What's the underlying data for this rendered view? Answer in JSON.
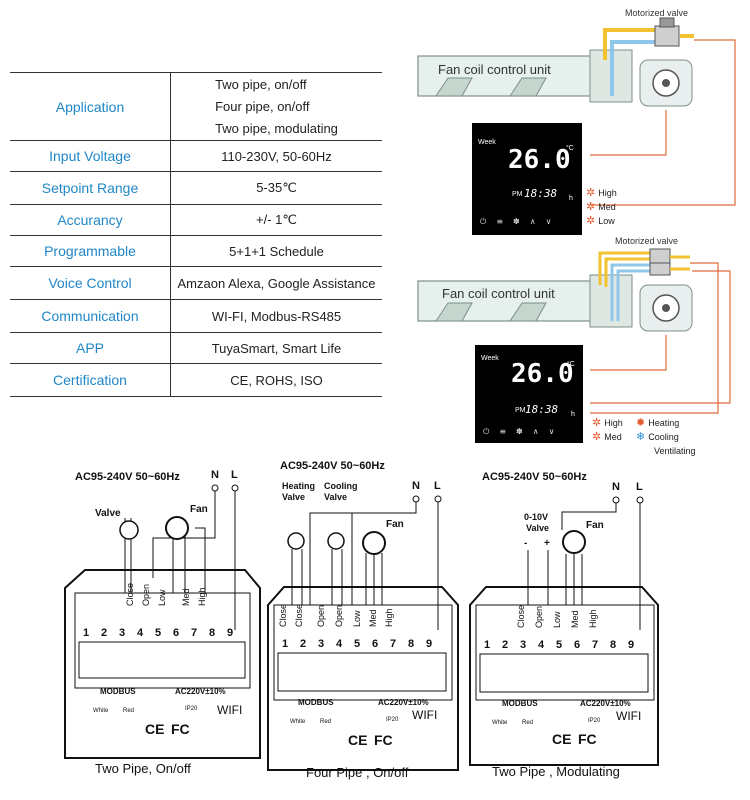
{
  "spec_table": {
    "rows": [
      {
        "label": "Application",
        "values": [
          "Two pipe, on/off",
          "Four pipe, on/off",
          "Two pipe, modulating"
        ]
      },
      {
        "label": "Input Voltage",
        "value": "110-230V, 50-60Hz"
      },
      {
        "label": "Setpoint Range",
        "value": "5-35℃"
      },
      {
        "label": "Accurancy",
        "value": "+/- 1℃"
      },
      {
        "label": "Programmable",
        "value": "5+1+1 Schedule"
      },
      {
        "label": "Voice Control",
        "value": "Amzaon Alexa, Google Assistance"
      },
      {
        "label": "Communication",
        "value": "WI-FI, Modbus-RS485"
      },
      {
        "label": "APP",
        "value": "TuyaSmart, Smart Life"
      },
      {
        "label": "Certification",
        "value": "CE, ROHS, ISO"
      }
    ]
  },
  "top_diagram": {
    "valve_label": "Motorized valve",
    "unit_label": "Fan coil control unit",
    "display_temp": "26.0",
    "display_unit": "°C",
    "display_clock": "18:38",
    "display_h": "h",
    "display_week": "Week",
    "display_pm": "PM",
    "legend": [
      "High",
      "Med",
      "Low"
    ]
  },
  "mid_diagram": {
    "valve_label": "Motorized valve",
    "unit_label": "Fan coil control unit",
    "display_temp": "26.0",
    "display_unit": "°C",
    "display_clock": "18:38",
    "display_h": "h",
    "display_week": "Week",
    "display_pm": "PM",
    "legend_left": [
      "High",
      "Med"
    ],
    "legend_right": [
      "Heating",
      "Cooling",
      "Ventilating"
    ]
  },
  "wiring": [
    {
      "supply": "AC95-240V  50~60Hz",
      "n": "N",
      "l": "L",
      "valve_label": "Valve",
      "fan_label": "Fan",
      "terminals": [
        "Close",
        "Open",
        "Low",
        "Med",
        "High"
      ],
      "numbers": [
        "1",
        "2",
        "3",
        "4",
        "5",
        "6",
        "7",
        "8",
        "9"
      ],
      "modbus": "MODBUS",
      "white": "White",
      "red": "Red",
      "ac": "AC220V±10%",
      "wifi": "WIFI",
      "ce": "CE",
      "fc": "FC",
      "ip": "IP20",
      "caption": "Two Pipe, On/off"
    },
    {
      "supply": "AC95-240V  50~60Hz",
      "n": "N",
      "l": "L",
      "heating_valve": [
        "Heating",
        "Valve"
      ],
      "cooling_valve": [
        "Cooling",
        "Valve"
      ],
      "fan_label": "Fan",
      "terminals": [
        "Close",
        "Close",
        "Open",
        "Open",
        "Low",
        "Med",
        "High"
      ],
      "numbers": [
        "1",
        "2",
        "3",
        "4",
        "5",
        "6",
        "7",
        "8",
        "9"
      ],
      "modbus": "MODBUS",
      "white": "White",
      "red": "Red",
      "ac": "AC220V±10%",
      "wifi": "WIFI",
      "ce": "CE",
      "fc": "FC",
      "ip": "IP20",
      "caption": "Four Pipe , On/off"
    },
    {
      "supply": "AC95-240V  50~60Hz",
      "n": "N",
      "l": "L",
      "valve_label": [
        "0-10V",
        "Valve"
      ],
      "minus": "-",
      "plus": "+",
      "fan_label": "Fan",
      "terminals": [
        "Close",
        "Open",
        "Low",
        "Med",
        "High"
      ],
      "numbers": [
        "1",
        "2",
        "3",
        "4",
        "5",
        "6",
        "7",
        "8",
        "9"
      ],
      "modbus": "MODBUS",
      "white": "White",
      "red": "Red",
      "ac": "AC220V±10%",
      "wifi": "WIFI",
      "ce": "CE",
      "fc": "FC",
      "ip": "IP20",
      "caption": "Two Pipe , Modulating"
    }
  ],
  "colors": {
    "label_blue": "#1f86c6",
    "wire_orange": "#e06a3a",
    "pipe_yellow": "#f2c230",
    "pipe_blue": "#8fc7ea"
  }
}
